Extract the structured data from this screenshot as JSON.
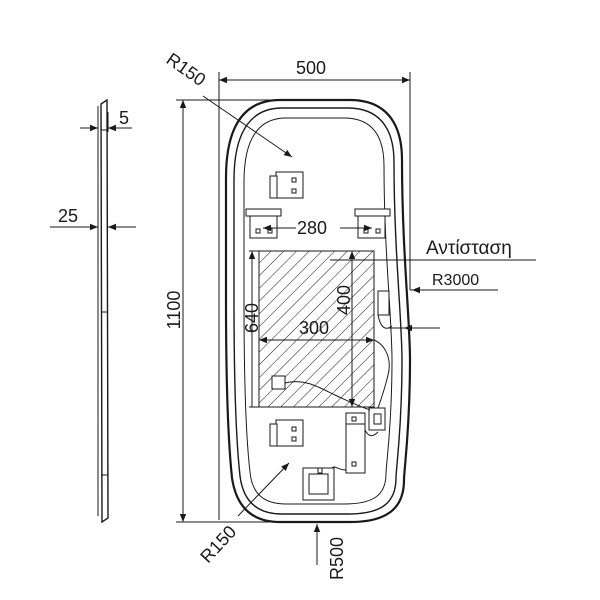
{
  "labels": {
    "width": "500",
    "height": "1100",
    "thickness_top": "5",
    "thickness_side": "25",
    "bracket_spacing": "280",
    "heater_width": "300",
    "heater_height": "400",
    "heater_offset": "640",
    "radius_top": "R150",
    "radius_bottom": "R150",
    "radius_base": "R500",
    "radius_side": "R3000",
    "heater_name": "Αντίσταση"
  },
  "colors": {
    "line": "#1a1a1a",
    "background": "#ffffff"
  }
}
